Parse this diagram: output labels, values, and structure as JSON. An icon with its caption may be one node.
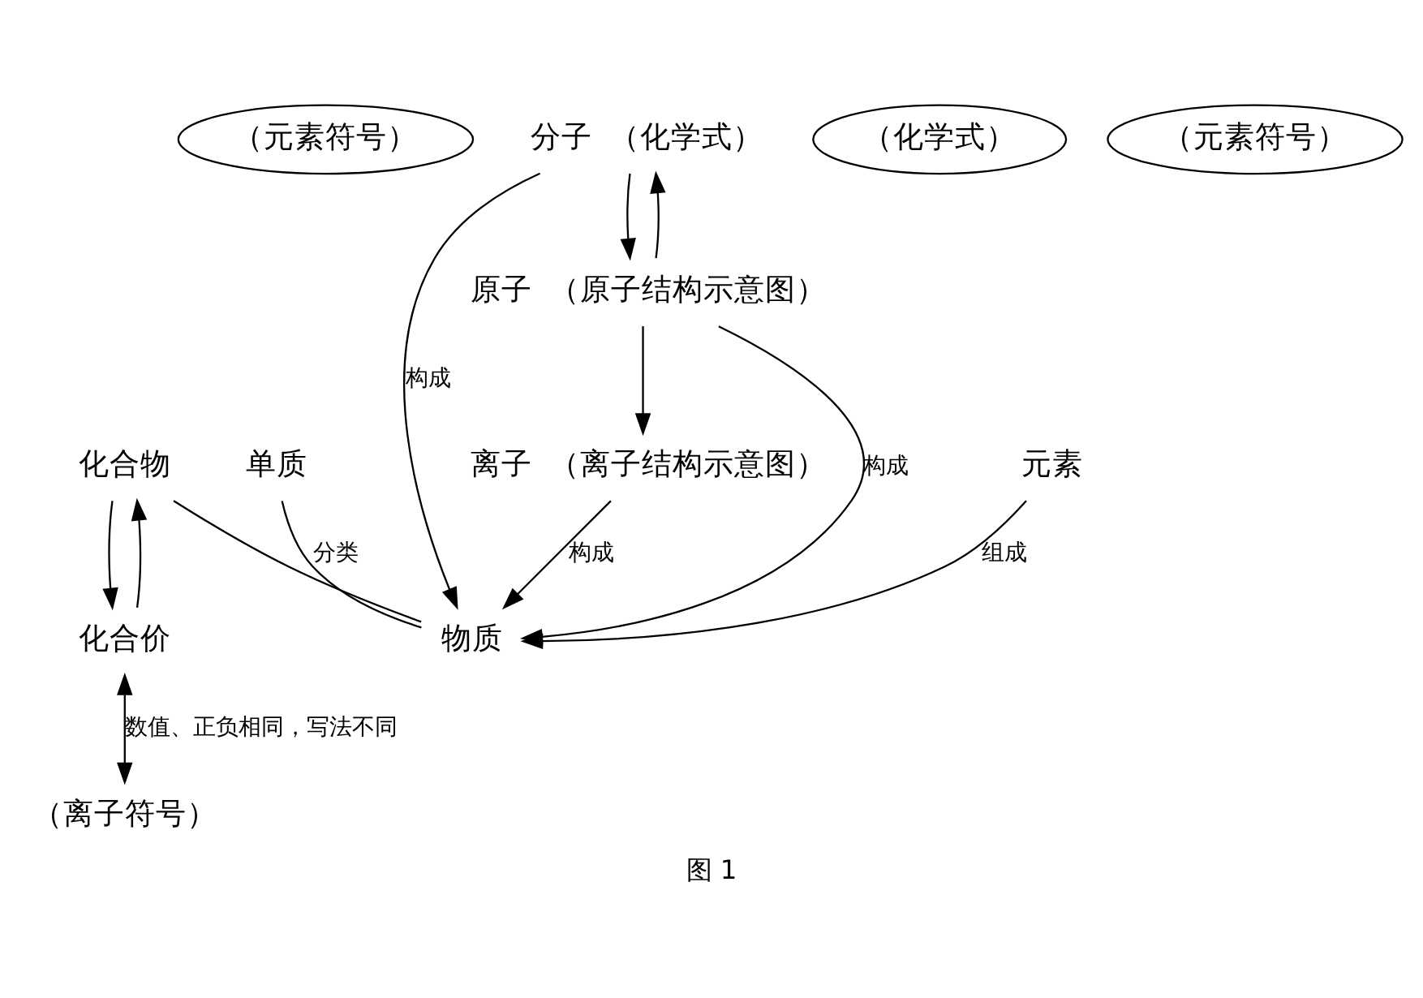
{
  "diagram": {
    "caption": "图 1",
    "nodes": [
      {
        "text": [
          "（元素符号）"
        ]
      },
      {
        "text": [
          "元素"
        ]
      },
      {
        "text": [
          "单质"
        ]
      },
      {
        "text": [
          "物质"
        ]
      },
      {
        "text": [
          "（化学式）"
        ]
      },
      {
        "text": [
          "化合物"
        ]
      },
      {
        "text": [
          "化合价"
        ]
      },
      {
        "text": [
          "分子"
        ],
        "beside": [
          "（化学式）"
        ]
      },
      {
        "text": [
          "原子"
        ],
        "beside": [
          "（原子结构示意图）"
        ]
      },
      {
        "text": [
          "（元素符号）"
        ]
      },
      {
        "text": [
          "离子"
        ],
        "beside": [
          "（离子结构示意图）"
        ]
      },
      {
        "text": [
          "（离子符号）"
        ]
      }
    ],
    "edges": [
      {
        "from": 1,
        "to": 3,
        "arrow": "to",
        "label": "组成"
      },
      {
        "from": 2,
        "to": 3,
        "arrow": "none",
        "label": "分类"
      },
      {
        "from": 5,
        "to": 3,
        "arrow": "none"
      },
      {
        "from": 5,
        "to": 6,
        "arrow": "to"
      },
      {
        "from": 6,
        "to": 5,
        "arrow": "to"
      },
      {
        "from": 7,
        "to": 3,
        "arrow": "to",
        "label": "构成"
      },
      {
        "from": 8,
        "to": 3,
        "arrow": "to",
        "label": "构成"
      },
      {
        "from": 10,
        "to": 3,
        "arrow": "to",
        "label": "构成"
      },
      {
        "from": 7,
        "to": 8,
        "arrow": "to"
      },
      {
        "from": 8,
        "to": 7,
        "arrow": "to"
      },
      {
        "from": 8,
        "to": 10,
        "arrow": "to"
      },
      {
        "from": 6,
        "to": 11,
        "arrow": "both",
        "label": "数值、正负相同，写法不同"
      }
    ]
  }
}
